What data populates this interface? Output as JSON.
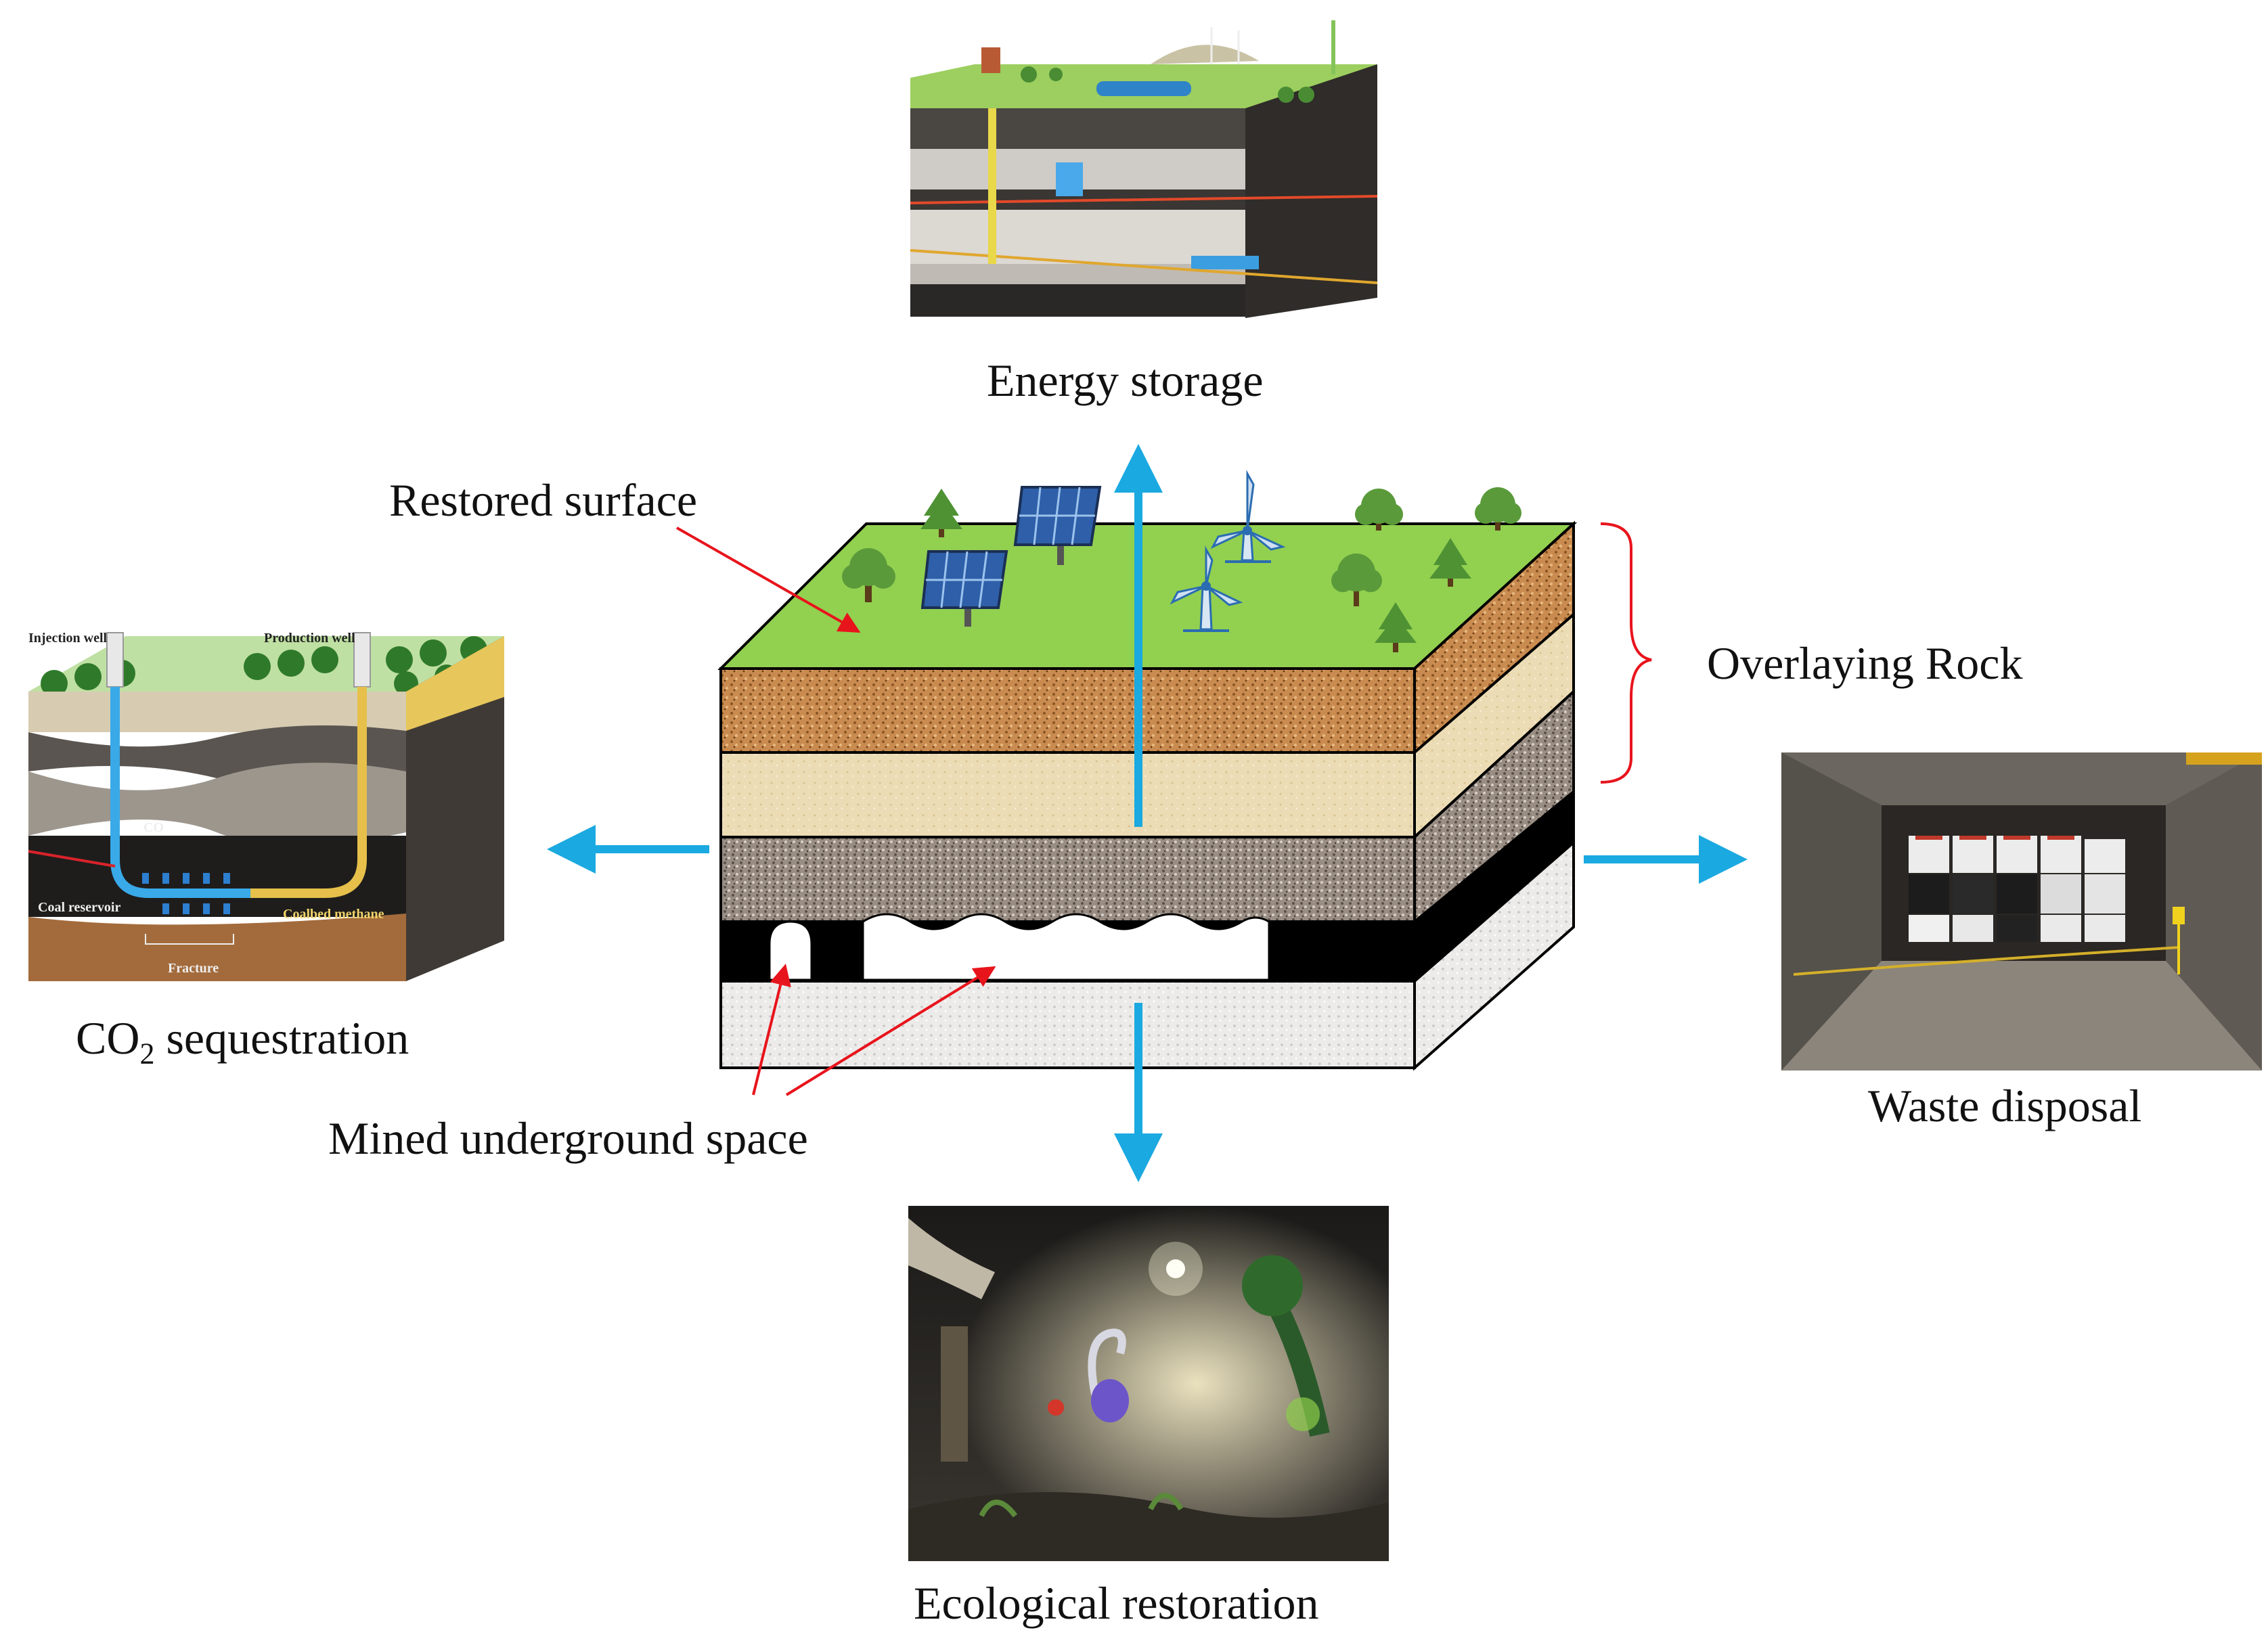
{
  "labels": {
    "energy_storage": "Energy storage",
    "restored_surface": "Restored surface",
    "overlaying_rock": "Overlaying Rock",
    "co2_prefix": "CO",
    "co2_sub": "2",
    "co2_suffix": " sequestration",
    "waste_disposal": "Waste disposal",
    "mined_space": "Mined underground space",
    "ecological_restoration": "Ecological restoration"
  },
  "co2_figure": {
    "injection_well": "Injection well",
    "production_well": "Production well",
    "co2": "CO",
    "coal_reservoir": "Coal reservoir",
    "coalbed_methane": "Coalbed methane",
    "fracture": "Fracture"
  },
  "colors": {
    "flow_arrow": "#1aa9e0",
    "annotation_arrow": "#e8141c",
    "surface_green": "#92d050",
    "brace": "#e8141c"
  }
}
